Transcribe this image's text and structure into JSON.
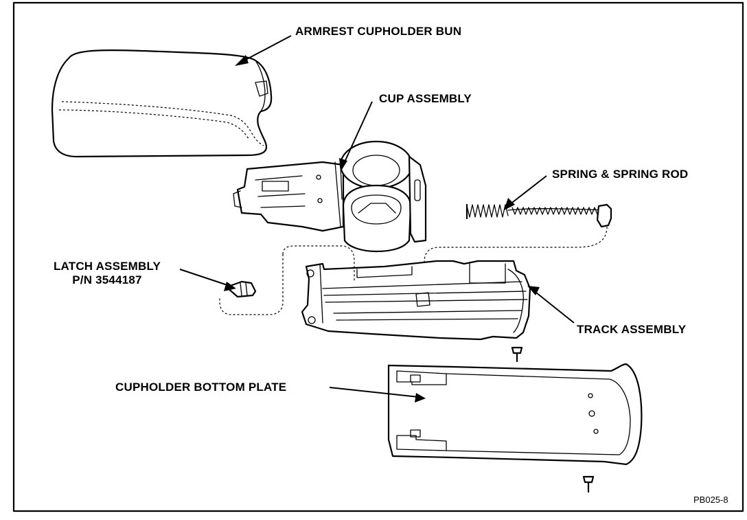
{
  "diagram": {
    "labels": {
      "bun": "ARMREST CUPHOLDER BUN",
      "cup": "CUP ASSEMBLY",
      "spring": "SPRING & SPRING ROD",
      "latch_line1": "LATCH  ASSEMBLY",
      "latch_line2": "P/N 3544187",
      "track": "TRACK ASSEMBLY",
      "plate": "CUPHOLDER BOTTOM PLATE"
    },
    "figure_id": "PB025-8"
  }
}
